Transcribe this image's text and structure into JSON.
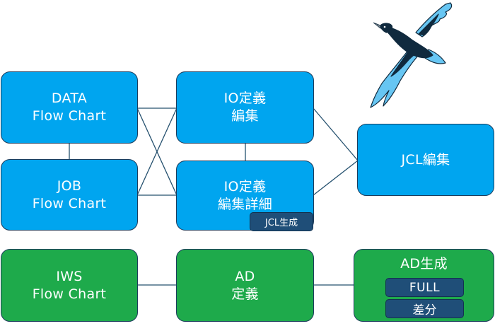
{
  "nodes": {
    "data_flow": [
      "DATA",
      "Flow Chart"
    ],
    "io_def_edit": [
      "IO定義",
      "編集"
    ],
    "jcl_edit": [
      "JCL編集"
    ],
    "job_flow": [
      "JOB",
      "Flow Chart"
    ],
    "io_def_detail": [
      "IO定義",
      "編集詳細"
    ],
    "iws_flow": [
      "IWS",
      "Flow Chart"
    ],
    "ad_def": [
      "AD",
      "定義"
    ],
    "ad_gen": [
      "AD生成"
    ]
  },
  "tags": {
    "jcl_gen": "JCL生成",
    "full": "FULL",
    "diff": "差分"
  },
  "colors": {
    "blue_box": "#00a5ef",
    "green_box": "#1eaa4b",
    "tag_fill": "#1f4e78",
    "border": "#1d3c5c",
    "connector": "#24506e",
    "bird_light": "#67c6f3",
    "bird_dark": "#102a3e"
  },
  "icons": {
    "decoration": "albatross-bird-icon"
  }
}
